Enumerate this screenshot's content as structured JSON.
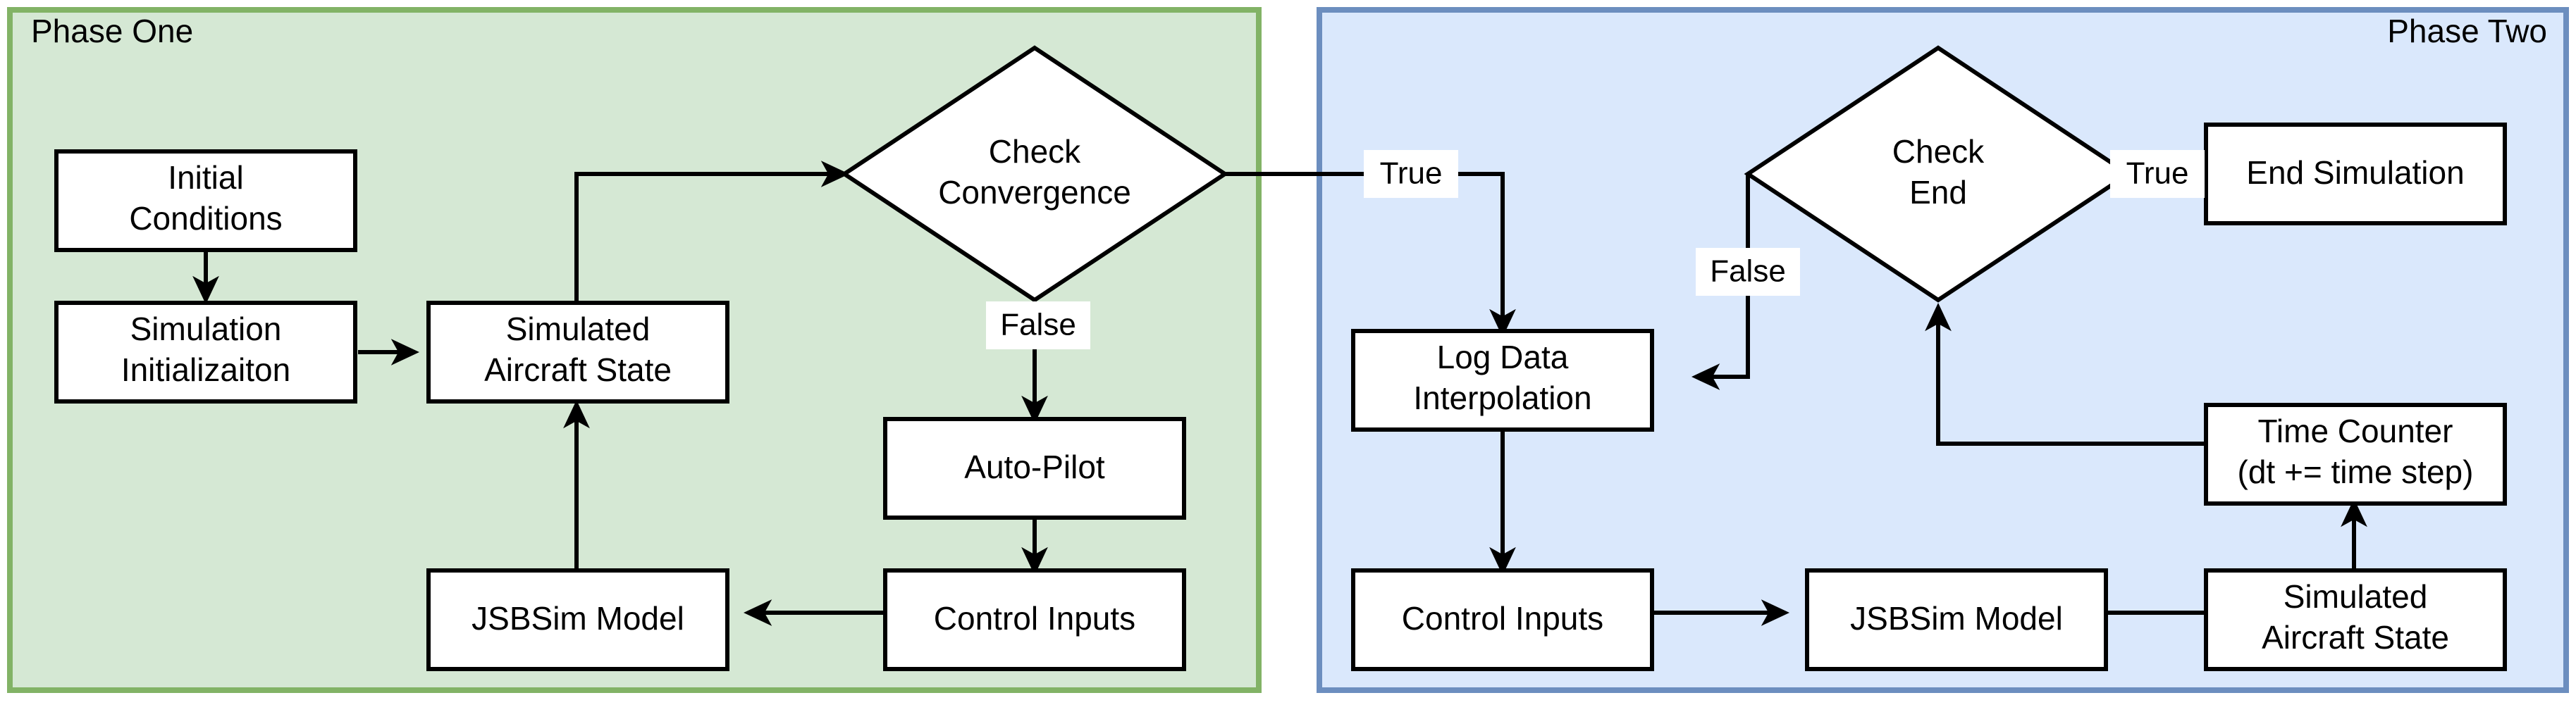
{
  "diagram": {
    "title": "Two-phase JSBSim simulation flowchart",
    "colors": {
      "phase_one_fill": "#d5e8d4",
      "phase_one_stroke": "#82b366",
      "phase_two_fill": "#dae8fc",
      "phase_two_stroke": "#6c8ebf",
      "node_fill": "#ffffff",
      "node_stroke": "#000000",
      "edge_stroke": "#000000",
      "label_bg": "#ffffff"
    },
    "phases": [
      {
        "id": "phase-one",
        "label": "Phase One",
        "align": "left"
      },
      {
        "id": "phase-two",
        "label": "Phase Two",
        "align": "right"
      }
    ],
    "nodes": {
      "p1_initial_conditions": {
        "line1": "Initial",
        "line2": "Conditions",
        "shape": "box"
      },
      "p1_simulation_initialization": {
        "line1": "Simulation",
        "line2": "Initializaiton",
        "shape": "box"
      },
      "p1_simulated_aircraft_state": {
        "line1": "Simulated",
        "line2": "Aircraft State",
        "shape": "box"
      },
      "p1_check_convergence": {
        "line1": "Check",
        "line2": "Convergence",
        "shape": "diamond"
      },
      "p1_auto_pilot": {
        "line1": "Auto-Pilot",
        "line2": "",
        "shape": "box"
      },
      "p1_control_inputs": {
        "line1": "Control Inputs",
        "line2": "",
        "shape": "box"
      },
      "p1_jsbsim_model": {
        "line1": "JSBSim Model",
        "line2": "",
        "shape": "box"
      },
      "p2_log_data_interpolation": {
        "line1": "Log Data",
        "line2": "Interpolation",
        "shape": "box"
      },
      "p2_check_end": {
        "line1": "Check",
        "line2": "End",
        "shape": "diamond"
      },
      "p2_end_simulation": {
        "line1": "End Simulation",
        "line2": "",
        "shape": "box"
      },
      "p2_control_inputs": {
        "line1": "Control Inputs",
        "line2": "",
        "shape": "box"
      },
      "p2_jsbsim_model": {
        "line1": "JSBSim Model",
        "line2": "",
        "shape": "box"
      },
      "p2_simulated_aircraft_state": {
        "line1": "Simulated",
        "line2": "Aircraft State",
        "shape": "box"
      },
      "p2_time_counter": {
        "line1": "Time Counter",
        "line2": "(dt += time step)",
        "shape": "box"
      }
    },
    "edge_labels": {
      "convergence_true": "True",
      "convergence_false": "False",
      "check_end_true": "True",
      "check_end_false": "False"
    }
  }
}
